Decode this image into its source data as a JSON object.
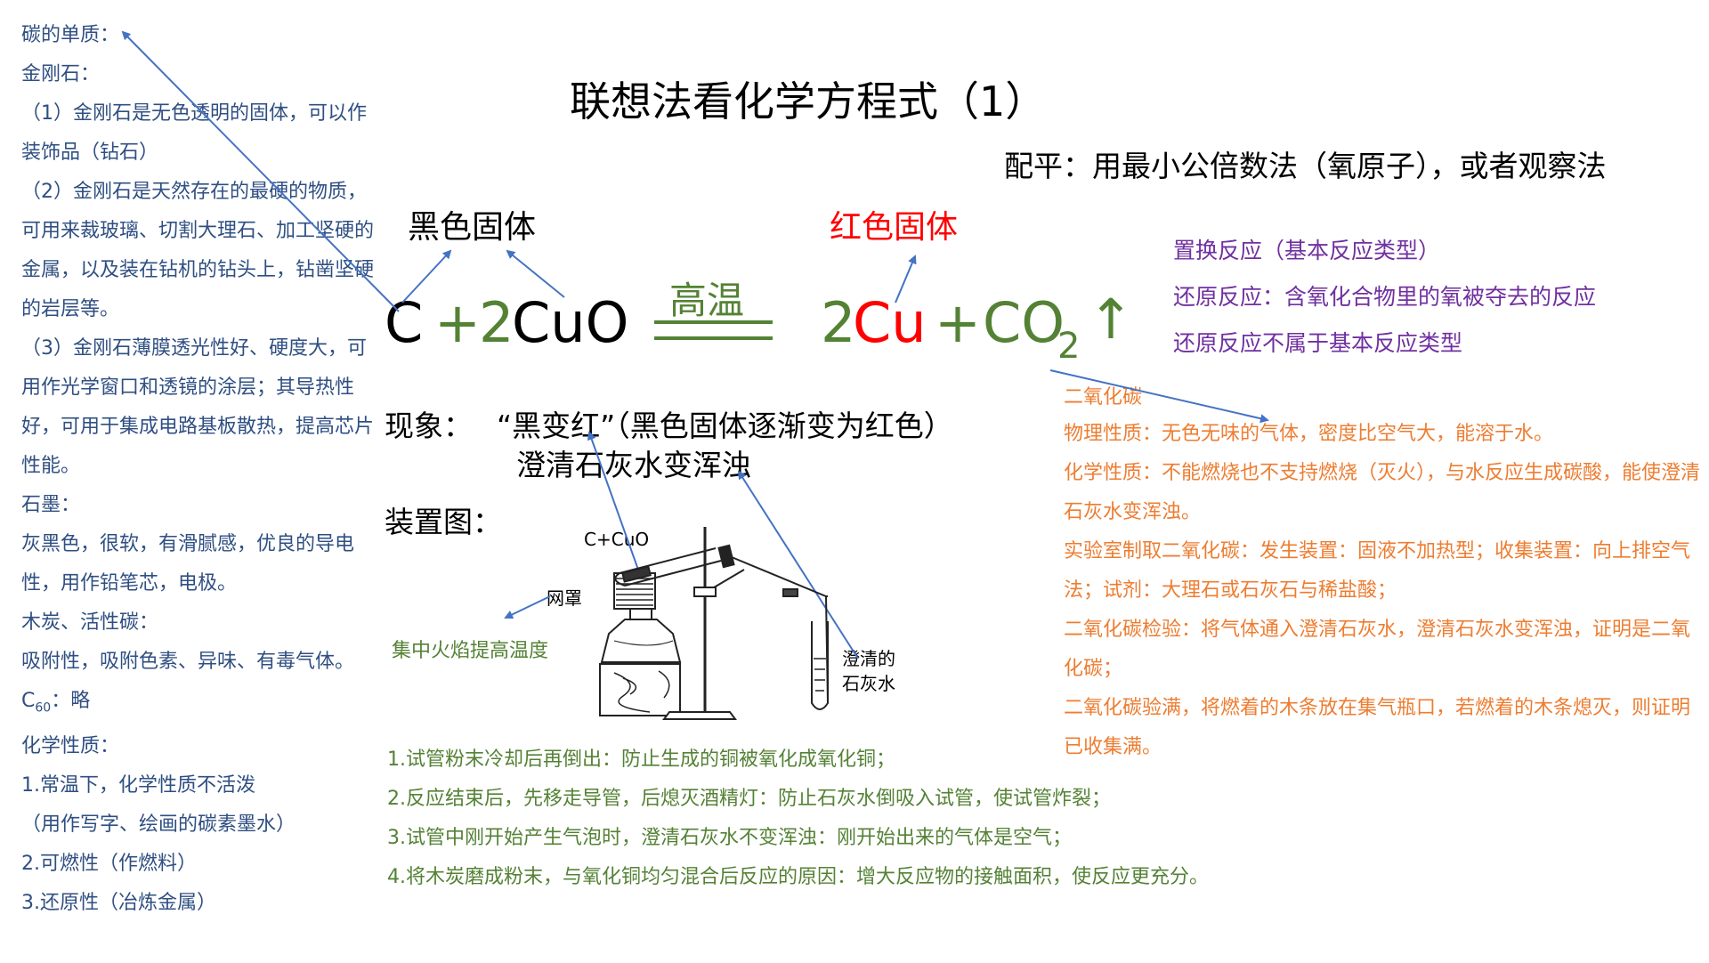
{
  "title": "联想法看化学方程式（1）",
  "balancing_note": "配平：用最小公倍数法（氧原子），或者观察法",
  "labels": {
    "black_solid": "黑色固体",
    "red_solid": "红色固体",
    "condition": "高温"
  },
  "equation": {
    "c": "C",
    "plus1": "+",
    "coef_cuo": "2",
    "cuo": "CuO",
    "coef_cu": "2",
    "cu": "Cu",
    "plus2": "+",
    "co": "CO",
    "sub2": "2",
    "gas_arrow": "↑"
  },
  "reaction_types": [
    "置换反应（基本反应类型）",
    "还原反应：含氧化合物里的氧被夺去的反应",
    "还原反应不属于基本反应类型"
  ],
  "phenomenon": {
    "label": "现象：",
    "line1": "“黑变红”（黑色固体逐渐变为红色）",
    "line2": "澄清石灰水变浑浊"
  },
  "apparatus": {
    "label": "装置图：",
    "cuo_label": "C+CuO",
    "mesh_label": "网罩",
    "flame_note": "集中火焰提高温度",
    "limewater_line1": "澄清的",
    "limewater_line2": "石灰水"
  },
  "left_notes": {
    "carbon_heading": "碳的单质：",
    "diamond_heading": "金刚石：",
    "diamond_1": "（1）金刚石是无色透明的固体，可以作装饰品（钻石）",
    "diamond_2": "（2）金刚石是天然存在的最硬的物质，可用来裁玻璃、切割大理石、加工坚硬的金属，以及装在钻机的钻头上，钻凿坚硬的岩层等。",
    "diamond_3": "（3）金刚石薄膜透光性好、硬度大，可用作光学窗口和透镜的涂层；其导热性好，可用于集成电路基板散热，提高芯片性能。",
    "graphite_heading": "石墨：",
    "graphite_text": "灰黑色，很软，有滑腻感，优良的导电性，用作铅笔芯，电极。",
    "charcoal_heading": "木炭、活性碳：",
    "charcoal_text": "吸附性，吸附色素、异味、有毒气体。",
    "c60_c": "C",
    "c60_sub": "60",
    "c60_rest": "：略",
    "chem_heading": "化学性质：",
    "chem_1": "1.常温下，化学性质不活泼",
    "chem_1b": "（用作写字、绘画的碳素墨水）",
    "chem_2": "2.可燃性（作燃料）",
    "chem_3": "3.还原性（冶炼金属）"
  },
  "co2_notes": {
    "heading": "二氧化碳",
    "physical": "物理性质：无色无味的气体，密度比空气大，能溶于水。",
    "chemical": "化学性质：不能燃烧也不支持燃烧（灭火），与水反应生成碳酸，能使澄清石灰水变浑浊。",
    "lab_prep": "实验室制取二氧化碳：发生装置：固液不加热型；收集装置：向上排空气法；试剂：大理石或石灰石与稀盐酸；",
    "test": "二氧化碳检验：将气体通入澄清石灰水，澄清石灰水变浑浊，证明是二氧化碳；",
    "full": "二氧化碳验满，将燃着的木条放在集气瓶口，若燃着的木条熄灭，则证明已收集满。"
  },
  "precautions": [
    "1.试管粉末冷却后再倒出：防止生成的铜被氧化成氧化铜；",
    "2.反应结束后，先移走导管，后熄灭酒精灯：防止石灰水倒吸入试管，使试管炸裂；",
    "3.试管中刚开始产生气泡时，澄清石灰水不变浑浊：刚开始出来的气体是空气；",
    "4.将木炭磨成粉末，与氧化铜均匀混合后反应的原因：增大反应物的接触面积，使反应更充分。"
  ],
  "colors": {
    "blue_text": "#2f4f82",
    "green": "#548235",
    "red": "#ff0000",
    "orange": "#ed7d31",
    "purple": "#7030a0",
    "arrow_blue": "#4472c4"
  }
}
